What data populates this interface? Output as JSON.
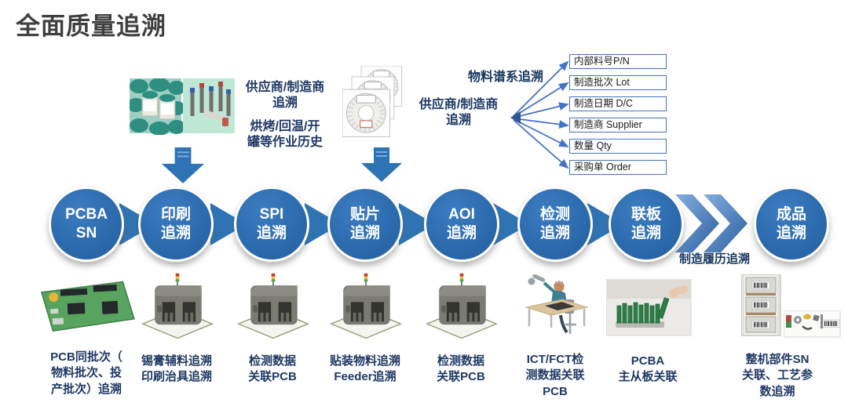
{
  "title": "全面质量追溯",
  "colors": {
    "accent_blue": "#2E74B5",
    "circle_blue": "#2C6BAE",
    "navy_text": "#1F3864",
    "heading_navy": "#17365D",
    "box_border": "#4472C4",
    "title_gray": "#3F3F3F"
  },
  "top": {
    "supplier_trace_left": "供应商/制造商\n追溯",
    "bake_history": "烘烤/回温/开\n罐等作业历史",
    "supplier_trace_right": "供应商/制造商\n追溯",
    "genealogy_title": "物料谱系追溯",
    "genealogy_items": [
      "内部料号P/N",
      "制造批次 Lot",
      "制造日期 D/C",
      "制造商 Supplier",
      "数量 Qty",
      "采购单 Order"
    ]
  },
  "flow": {
    "steps": [
      "PCBA\nSN",
      "印刷\n追溯",
      "SPI\n追溯",
      "贴片\n追溯",
      "AOI\n追溯",
      "检测\n追溯",
      "联板\n追溯",
      "成品\n追溯"
    ],
    "history_label": "制造履历追溯"
  },
  "bottom_labels": [
    "PCB同批次（\n物料批次、投\n产批次）追溯",
    "锡膏辅料追溯\n印刷治具追溯",
    "检测数据\n关联PCB",
    "贴装物料追溯\nFeeder追溯",
    "检测数据\n关联PCB",
    "ICT/FCT检\n测数据关联\nPCB",
    "PCBA\n主从板关联",
    "整机部件SN\n关联、工艺参\n数追溯"
  ]
}
